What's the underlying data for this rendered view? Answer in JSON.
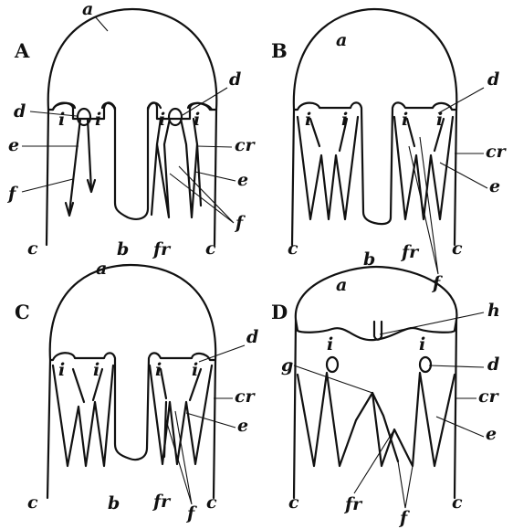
{
  "colors": {
    "ink": "#111111",
    "shade_dark": "#6d6d6d",
    "shade_light": "#cfcfcf",
    "paper": "#ffffff"
  },
  "panels": [
    {
      "letter": "A",
      "labels": {
        "a": "a",
        "d_left": "d",
        "d_right": "d",
        "i1": "i",
        "i2": "i",
        "i3": "i",
        "i4": "i",
        "e_left": "e",
        "e_right": "e",
        "f_left": "f",
        "f_right": "f",
        "cr": "cr",
        "c_left": "c",
        "c_right": "c",
        "b": "b",
        "fr": "fr"
      }
    },
    {
      "letter": "B",
      "labels": {
        "a": "a",
        "d": "d",
        "i1": "i",
        "i2": "i",
        "i3": "i",
        "i4": "i",
        "cr": "cr",
        "e": "e",
        "c_left": "c",
        "c_right": "c",
        "b": "b",
        "fr": "fr",
        "f": "f"
      }
    },
    {
      "letter": "C",
      "labels": {
        "a": "a",
        "d": "d",
        "i1": "i",
        "i2": "i",
        "i3": "i",
        "i4": "i",
        "cr": "cr",
        "e": "e",
        "c_left": "c",
        "c_right": "c",
        "b": "b",
        "fr": "fr",
        "f": "f"
      }
    },
    {
      "letter": "D",
      "labels": {
        "a": "a",
        "h": "h",
        "i1": "i",
        "i2": "i",
        "d": "d",
        "g": "g",
        "cr": "cr",
        "e": "e",
        "c_left": "c",
        "c_right": "c",
        "fr": "fr",
        "f": "f"
      }
    }
  ]
}
